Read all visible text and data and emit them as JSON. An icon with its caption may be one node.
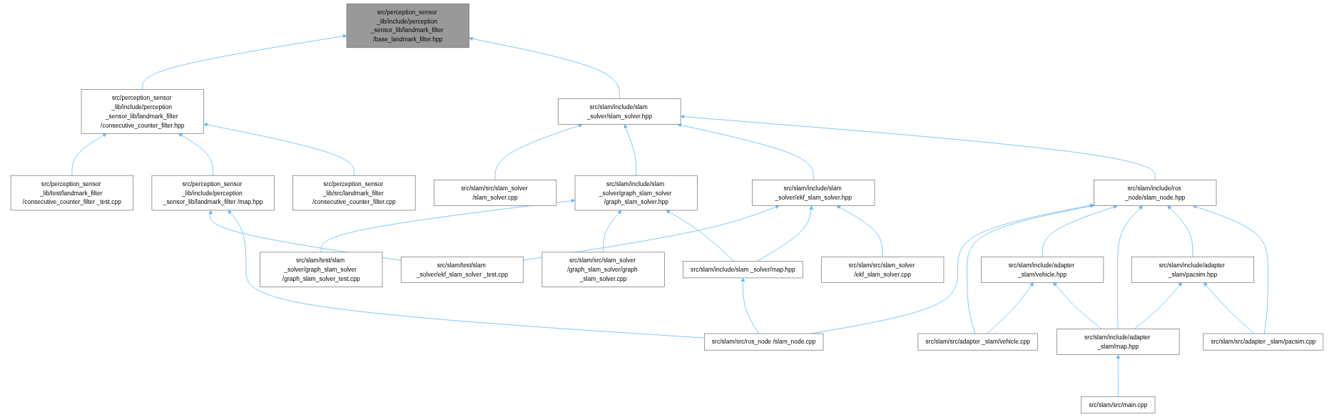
{
  "diagram": {
    "nodes": [
      {
        "text": [
          "src/perception_sensor _lib/include/perception _sensor_lib/landmark_filter /base_landmark_filter.hpp"
        ]
      },
      {
        "text": [
          "src/perception_sensor _lib/include/perception _sensor_lib/landmark_filter /consecutive_counter_filter.hpp"
        ]
      },
      {
        "text": [
          "src/slam/include/slam _solver/slam_solver.hpp"
        ]
      },
      {
        "text": [
          "src/perception_sensor _lib/test/landmark_filter /consecutive_counter_filter _test.cpp"
        ]
      },
      {
        "text": [
          "src/perception_sensor _lib/include/perception _sensor_lib/landmark_filter /map.hpp"
        ]
      },
      {
        "text": [
          "src/perception_sensor _lib/src/landmark_filter /consecutive_counter_filter.cpp"
        ]
      },
      {
        "text": [
          "src/slam/src/slam_solver /slam_solver.cpp"
        ]
      },
      {
        "text": [
          "src/slam/include/slam _solver/graph_slam_solver /graph_slam_solver.hpp"
        ]
      },
      {
        "text": [
          "src/slam/include/slam _solver/ekf_slam_solver.hpp"
        ]
      },
      {
        "text": [
          "src/slam/include/ros _node/slam_node.hpp"
        ]
      },
      {
        "text": [
          "src/slam/test/slam _solver/graph_slam_solver /graph_slam_solver_test.cpp"
        ]
      },
      {
        "text": [
          "src/slam/test/slam _solver/ekf_slam_solver _test.cpp"
        ]
      },
      {
        "text": [
          "src/slam/src/slam_solver /graph_slam_solver/graph _slam_solver.cpp"
        ]
      },
      {
        "text": [
          "src/slam/include/slam _solver/map.hpp"
        ]
      },
      {
        "text": [
          "src/slam/src/slam_solver /ekf_slam_solver.cpp"
        ]
      },
      {
        "text": [
          "src/slam/include/adapter _slam/vehicle.hpp"
        ]
      },
      {
        "text": [
          "src/slam/include/adapter _slam/pacsim.hpp"
        ]
      },
      {
        "text": [
          "src/slam/src/ros_node /slam_node.cpp"
        ]
      },
      {
        "text": [
          "src/slam/src/adapter _slam/vehicle.cpp"
        ]
      },
      {
        "text": [
          "src/slam/include/adapter _slam/map.hpp"
        ]
      },
      {
        "text": [
          "src/slam/src/adapter _slam/pacsim.cpp"
        ]
      },
      {
        "text": [
          "src/slam/src/main.cpp"
        ]
      }
    ],
    "edges": [
      {
        "from": 1,
        "to": 0,
        "arrow": "to"
      },
      {
        "from": 2,
        "to": 0,
        "arrow": "to"
      },
      {
        "from": 3,
        "to": 1,
        "arrow": "to"
      },
      {
        "from": 4,
        "to": 1,
        "arrow": "to"
      },
      {
        "from": 5,
        "to": 1,
        "arrow": "to"
      },
      {
        "from": 6,
        "to": 2,
        "arrow": "to"
      },
      {
        "from": 7,
        "to": 2,
        "arrow": "to"
      },
      {
        "from": 8,
        "to": 2,
        "arrow": "to"
      },
      {
        "from": 9,
        "to": 2,
        "arrow": "to"
      },
      {
        "from": 11,
        "to": 4,
        "arrow": "to"
      },
      {
        "from": 17,
        "to": 4,
        "arrow": "to"
      },
      {
        "from": 10,
        "to": 7,
        "arrow": "to"
      },
      {
        "from": 12,
        "to": 7,
        "arrow": "to"
      },
      {
        "from": 13,
        "to": 7,
        "arrow": "to"
      },
      {
        "from": 11,
        "to": 8,
        "arrow": "to"
      },
      {
        "from": 13,
        "to": 8,
        "arrow": "to"
      },
      {
        "from": 14,
        "to": 8,
        "arrow": "to"
      },
      {
        "from": 17,
        "to": 9,
        "arrow": "to"
      },
      {
        "from": 18,
        "to": 9,
        "arrow": "to"
      },
      {
        "from": 15,
        "to": 9,
        "arrow": "to"
      },
      {
        "from": 19,
        "to": 9,
        "arrow": "to"
      },
      {
        "from": 16,
        "to": 9,
        "arrow": "to"
      },
      {
        "from": 20,
        "to": 9,
        "arrow": "to"
      },
      {
        "from": 17,
        "to": 13,
        "arrow": "to"
      },
      {
        "from": 18,
        "to": 15,
        "arrow": "to"
      },
      {
        "from": 19,
        "to": 15,
        "arrow": "to"
      },
      {
        "from": 19,
        "to": 16,
        "arrow": "to"
      },
      {
        "from": 20,
        "to": 16,
        "arrow": "to"
      },
      {
        "from": 21,
        "to": 19,
        "arrow": "to"
      }
    ]
  }
}
